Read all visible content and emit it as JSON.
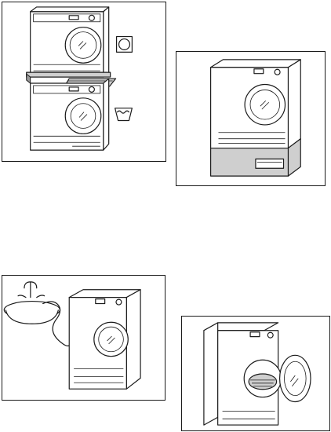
{
  "figures": [
    {
      "id": "stacking-kit",
      "symbols": [
        "dryer-symbol-icon",
        "wash-symbol-icon"
      ]
    },
    {
      "id": "raising-plinth"
    },
    {
      "id": "condensate-drain-to-sink"
    },
    {
      "id": "door-open-drum"
    }
  ],
  "colors": {
    "line": "#1a1a1a",
    "shade": "#cfcfcf",
    "dark": "#9a9a9a",
    "background": "#ffffff"
  }
}
